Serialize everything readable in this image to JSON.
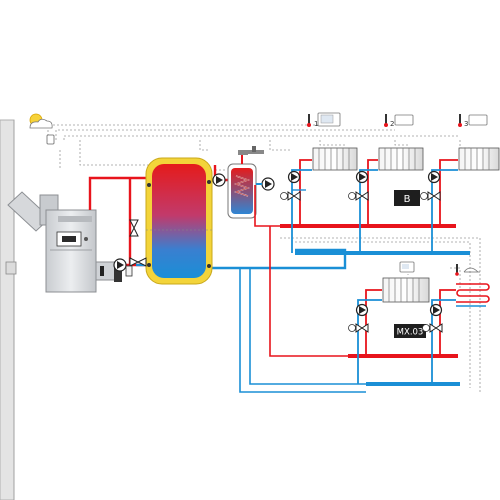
{
  "labels": {
    "zone_1": "1",
    "zone_2": "2",
    "zone_3": "3",
    "module_b": "B",
    "module_mx": "MX.03"
  },
  "colors": {
    "hot": "#e8141c",
    "cold": "#1a8fd6",
    "control_line": "#9a9a9a",
    "tank_jacket": "#f3d43a",
    "boiler_body": "#d9dcdf"
  },
  "icons": [
    "weather-sensor-icon",
    "chimney-icon",
    "boiler-icon",
    "buffer-tank-icon",
    "dhw-tank-icon",
    "radiator-icon",
    "pump-icon",
    "mixing-valve-icon",
    "actuator-icon",
    "thermometer-icon",
    "room-controller-icon",
    "underfloor-heating-icon",
    "faucet-icon"
  ]
}
